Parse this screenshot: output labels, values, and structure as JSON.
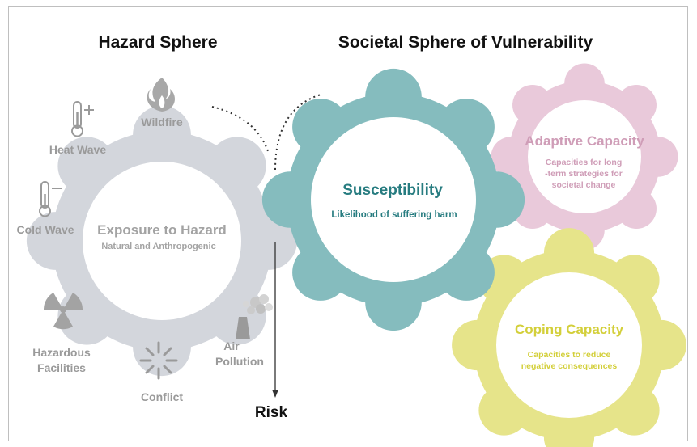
{
  "hazard_sphere": {
    "title": "Hazard Sphere",
    "center_label": "Exposure to Hazard",
    "center_sublabel": "Natural and Anthropogenic",
    "hazards": [
      {
        "id": "wildfire",
        "lines": [
          "Wildfire"
        ],
        "icon": "flame-icon"
      },
      {
        "id": "heat-wave",
        "lines": [
          "Heat Wave"
        ],
        "icon": "thermometer-plus-icon"
      },
      {
        "id": "cold-wave",
        "lines": [
          "Cold Wave"
        ],
        "icon": "thermometer-minus-icon"
      },
      {
        "id": "hazardous-facilities",
        "lines": [
          "Hazardous",
          "Facilities"
        ],
        "icon": "radiation-icon"
      },
      {
        "id": "conflict",
        "lines": [
          "Conflict"
        ],
        "icon": "explosion-icon"
      },
      {
        "id": "air-pollution",
        "lines": [
          "Air",
          "Pollution"
        ],
        "icon": "smokestack-icon"
      }
    ]
  },
  "societal_sphere": {
    "title": "Societal Sphere of Vulnerability",
    "susceptibility": {
      "label": "Susceptibility",
      "sublabel": "Likelihood of suffering harm"
    },
    "adaptive_capacity": {
      "label": "Adaptive Capacity",
      "sublabel_lines": [
        "Capacities for long",
        "-term strategies for",
        "societal change"
      ]
    },
    "coping_capacity": {
      "label": "Coping Capacity",
      "sublabel_lines": [
        "Capacities to reduce",
        "negative consequences"
      ]
    }
  },
  "risk_label": "Risk",
  "colors": {
    "hazard_gear": "#d3d6dc",
    "susceptibility_gear": "#85bcbe",
    "susceptibility_text": "#277c80",
    "adaptive_gear": "#e9c9da",
    "adaptive_text": "#cf9db7",
    "coping_gear": "#e6e48a",
    "coping_text": "#d3cf3a",
    "hazard_text": "#9a9a9a"
  }
}
